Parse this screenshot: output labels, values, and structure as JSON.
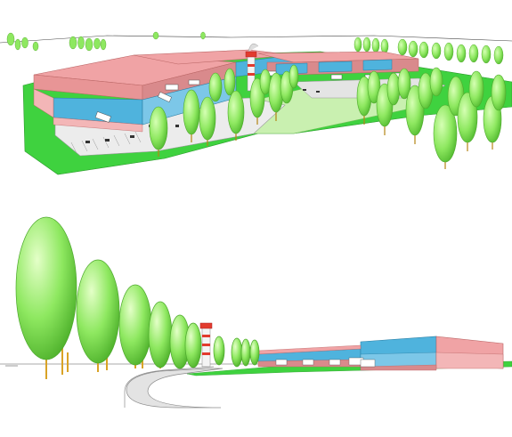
{
  "scenes": [
    {
      "id": "aerial",
      "kind": "aerial-perspective-view"
    },
    {
      "id": "ground",
      "kind": "ground-level-perspective-view"
    }
  ],
  "colors": {
    "roof": "#f0a3a5",
    "roof_dark": "#d98a8c",
    "facade_blue": "#4fb3dd",
    "facade_blue_light": "#9fd8ef",
    "grass": "#3fd23f",
    "grass_light": "#c9f0b0",
    "tree_canopy": "#8ee860",
    "tree_canopy_dark": "#5fc63a",
    "trunk": "#d9a326",
    "road": "#d8d8d8",
    "tower_red": "#e23b2e"
  },
  "icons": [
    "tree-icon",
    "truck-icon",
    "car-icon",
    "tower-icon"
  ]
}
